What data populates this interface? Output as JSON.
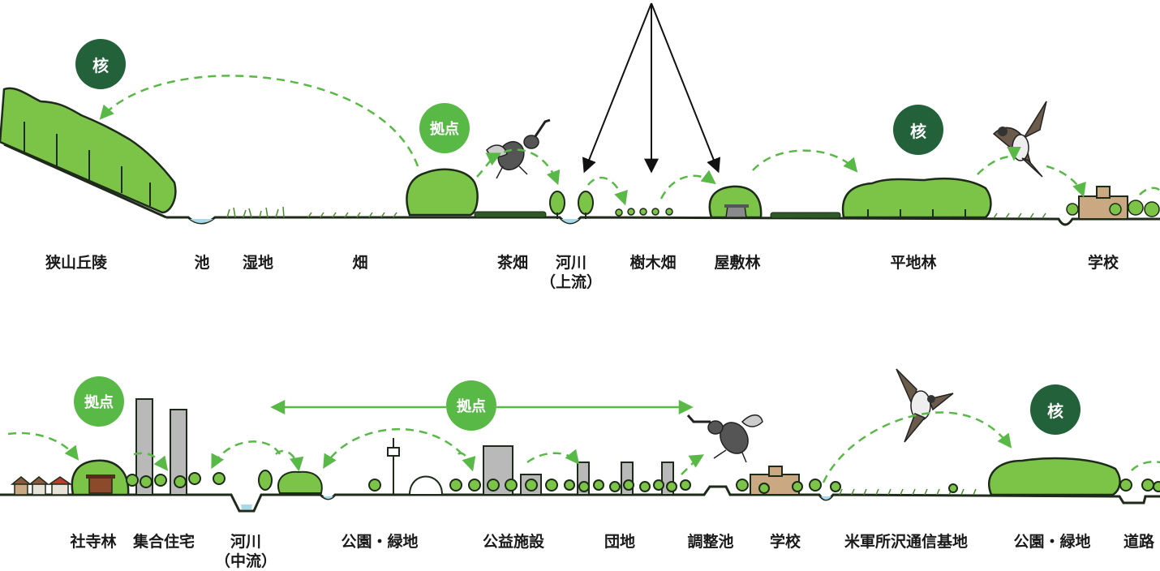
{
  "colors": {
    "core_badge": "#23613a",
    "hub_badge": "#59b947",
    "tree_fill": "#7cc447",
    "tree_stroke": "#1e2a1a",
    "link_dashed": "#59b947",
    "water": "#a7d9ea",
    "ground": "#1e2a1a"
  },
  "badges": {
    "core": "核",
    "hub": "拠点"
  },
  "top_row": {
    "labels": {
      "sayama": "狭山丘陵",
      "pond": "池",
      "wetland": "湿地",
      "field": "畑",
      "tea_field": "茶畑",
      "river_upper_1": "河川",
      "river_upper_2": "（上流）",
      "tree_nursery": "樹木畑",
      "yashikirin": "屋敷林",
      "flat_forest": "平地林",
      "school": "学校"
    }
  },
  "bottom_row": {
    "labels": {
      "shrine_forest": "社寺林",
      "housing": "集合住宅",
      "river_mid_1": "河川",
      "river_mid_2": "（中流）",
      "park_green_1": "公園・緑地",
      "public_facility": "公益施設",
      "danchi": "団地",
      "detention_pond": "調整池",
      "school": "学校",
      "us_base": "米軍所沢通信基地",
      "park_green_2": "公園・緑地",
      "road": "道路"
    }
  }
}
